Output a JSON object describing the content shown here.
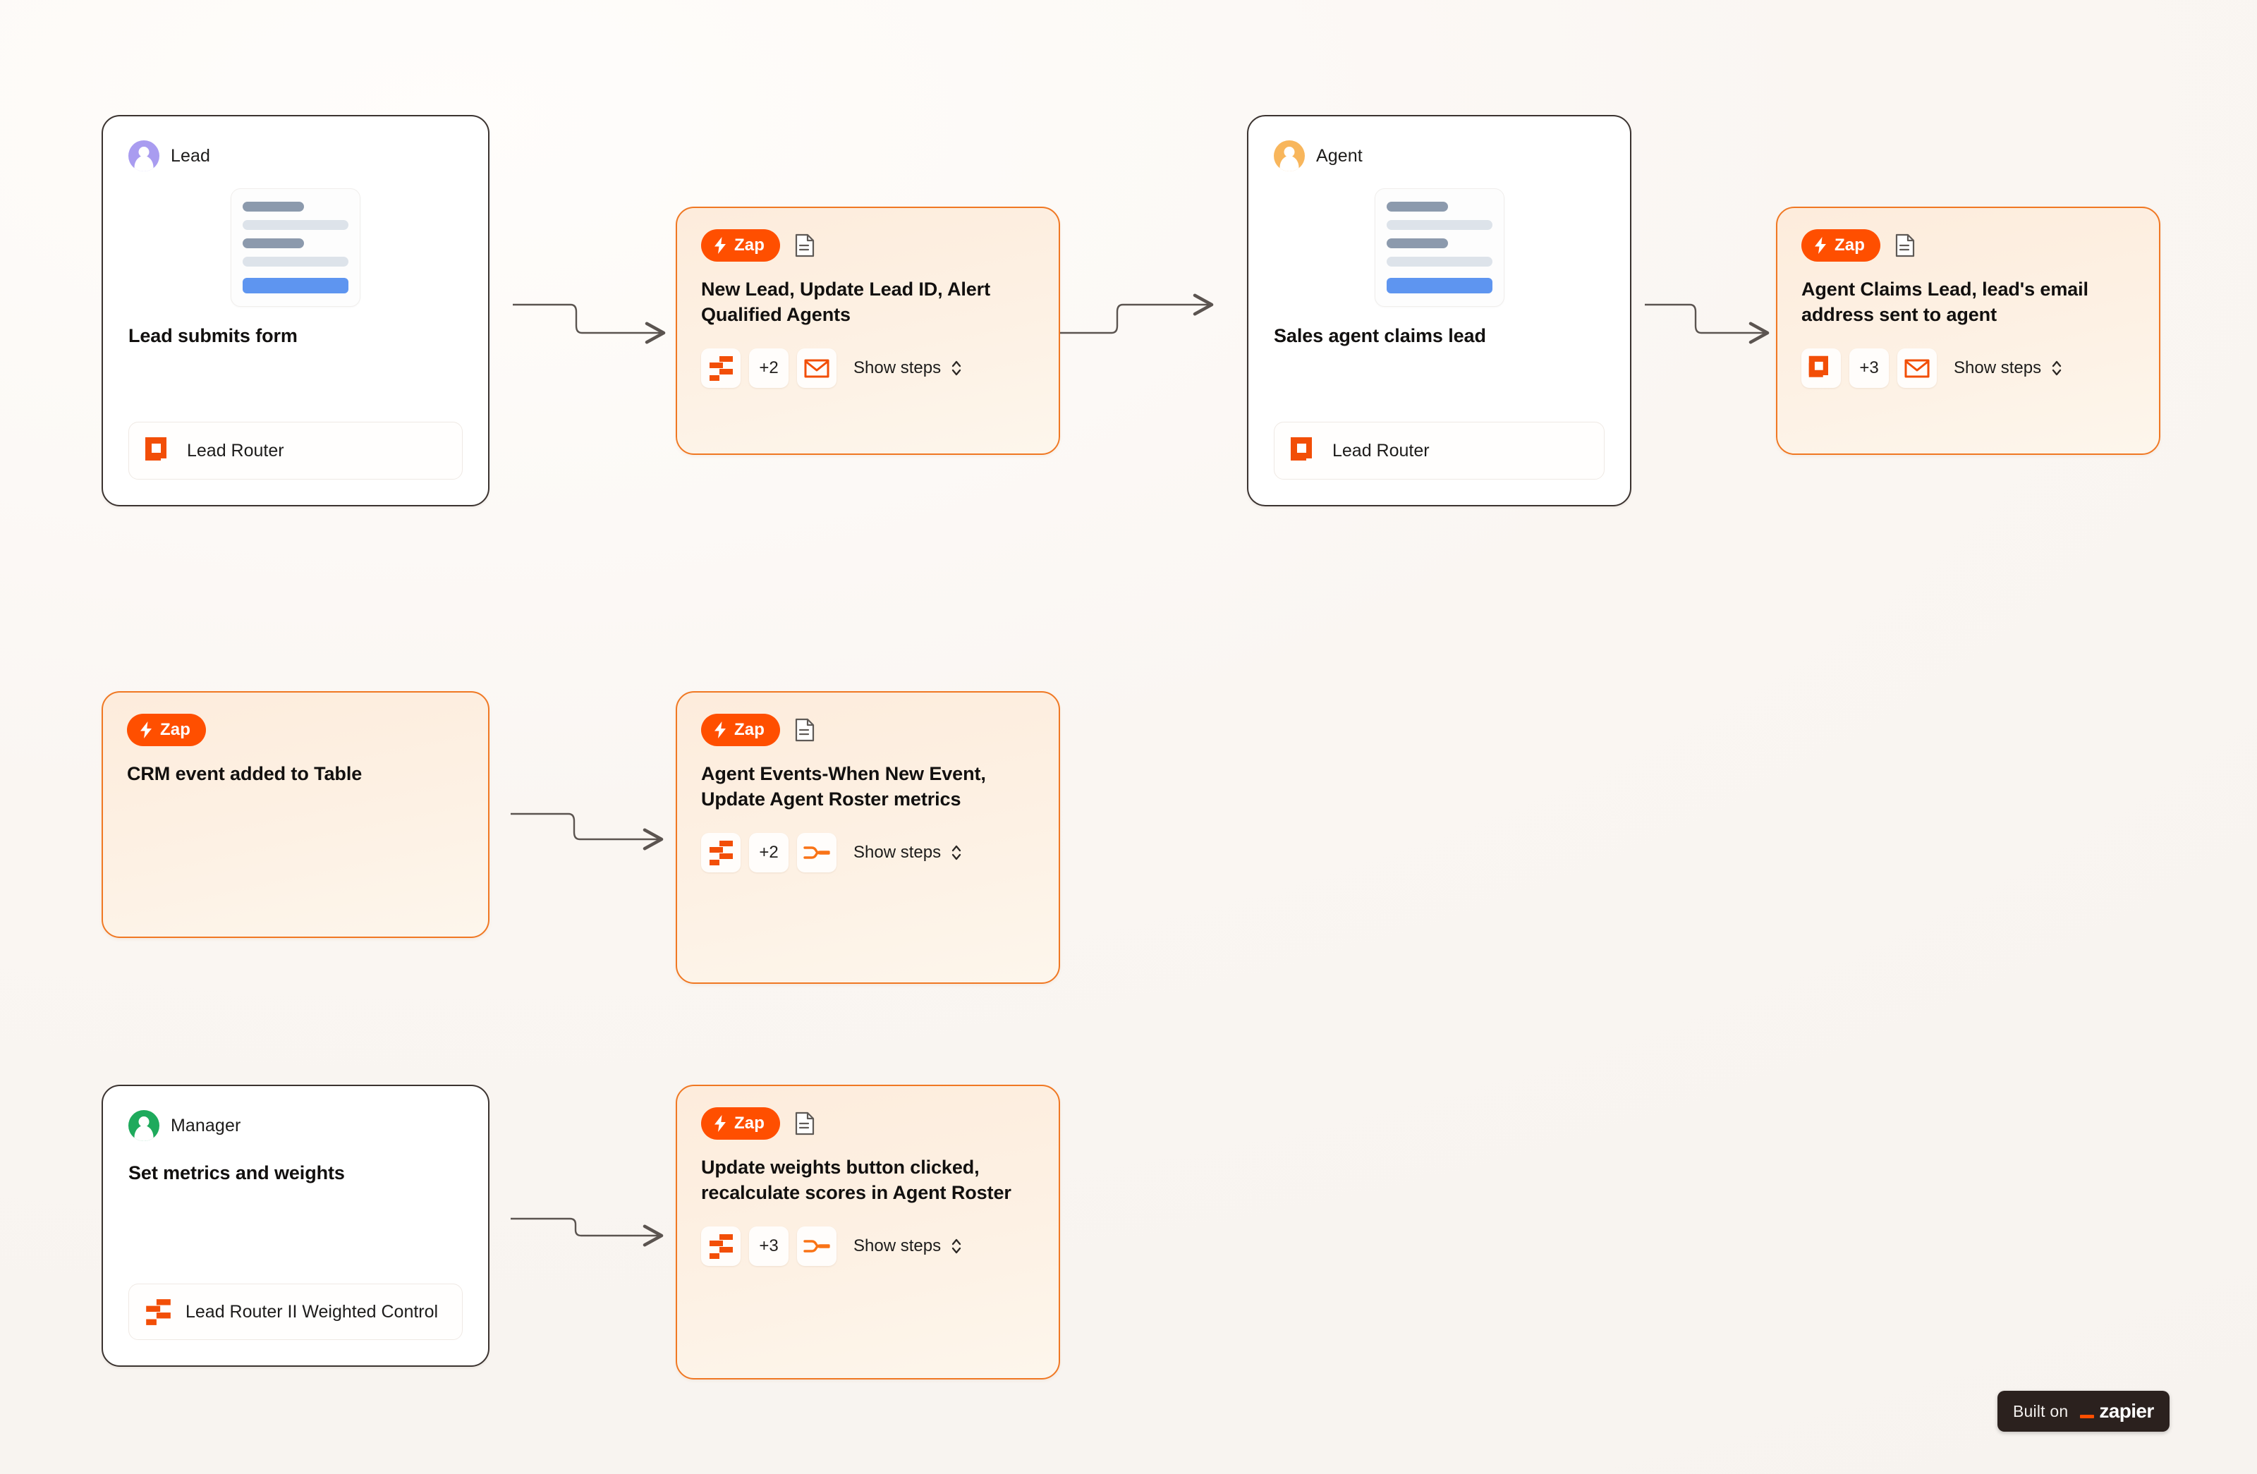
{
  "canvas": {
    "background_color": "#faf7f4",
    "accent_color": "#ff4f00",
    "zap_card_border_color": "#f07823",
    "actor_card_border_color": "#3b3330"
  },
  "nodes": [
    {
      "id": "lead-submits-form",
      "kind": "actor",
      "actor_role": "Lead",
      "avatar_color": "#a99cf0",
      "avatar_icon": "person-avatar-icon",
      "has_wireframe": true,
      "title": "Lead submits form",
      "app_chip": {
        "label": "Lead Router",
        "icon": "lead-router-icon"
      }
    },
    {
      "id": "new-lead-update-lead-id",
      "kind": "zap",
      "badge_label": "Zap",
      "badge_icon": "lightning-bolt-icon",
      "has_doc_icon": true,
      "doc_icon": "document-icon",
      "title": "New Lead, Update Lead ID, Alert Qualified Agents",
      "steps": {
        "first_icon": "zapier-tables-icon",
        "more_count": "+2",
        "last_icon": "email-envelope-icon",
        "toggle_label": "Show steps",
        "toggle_icon": "chevron-up-down-icon"
      }
    },
    {
      "id": "sales-agent-claims-lead",
      "kind": "actor",
      "actor_role": "Agent",
      "avatar_color": "#f8b65c",
      "avatar_icon": "person-avatar-icon",
      "has_wireframe": true,
      "title": "Sales agent claims lead",
      "app_chip": {
        "label": "Lead Router",
        "icon": "lead-router-icon"
      }
    },
    {
      "id": "agent-claims-lead-email",
      "kind": "zap",
      "badge_label": "Zap",
      "badge_icon": "lightning-bolt-icon",
      "has_doc_icon": true,
      "doc_icon": "document-icon",
      "title": "Agent Claims Lead, lead's email address sent to agent",
      "steps": {
        "first_icon": "lead-router-icon",
        "more_count": "+3",
        "last_icon": "email-envelope-icon",
        "toggle_label": "Show steps",
        "toggle_icon": "chevron-up-down-icon"
      }
    },
    {
      "id": "crm-event-added-to-table",
      "kind": "zap",
      "badge_label": "Zap",
      "badge_icon": "lightning-bolt-icon",
      "has_doc_icon": false,
      "title": "CRM event added to Table",
      "steps": null
    },
    {
      "id": "agent-events-when-new-event",
      "kind": "zap",
      "badge_label": "Zap",
      "badge_icon": "lightning-bolt-icon",
      "has_doc_icon": true,
      "doc_icon": "document-icon",
      "title": "Agent Events-When New Event, Update Agent Roster metrics",
      "steps": {
        "first_icon": "zapier-tables-icon",
        "more_count": "+2",
        "last_icon": "paths-branch-icon",
        "toggle_label": "Show steps",
        "toggle_icon": "chevron-up-down-icon"
      }
    },
    {
      "id": "set-metrics-and-weights",
      "kind": "actor",
      "actor_role": "Manager",
      "avatar_color": "#1eaa5c",
      "avatar_icon": "person-avatar-icon",
      "has_wireframe": false,
      "title": "Set metrics and weights",
      "app_chip": {
        "label": "Lead Router II Weighted Control",
        "icon": "zapier-tables-icon"
      }
    },
    {
      "id": "update-weights-button-clicked",
      "kind": "zap",
      "badge_label": "Zap",
      "badge_icon": "lightning-bolt-icon",
      "has_doc_icon": true,
      "doc_icon": "document-icon",
      "title": "Update weights button clicked, recalculate scores in Agent Roster",
      "steps": {
        "first_icon": "zapier-tables-icon",
        "more_count": "+3",
        "last_icon": "paths-branch-icon",
        "toggle_label": "Show steps",
        "toggle_icon": "chevron-up-down-icon"
      }
    }
  ],
  "connectors": [
    {
      "id": "conn-1",
      "from": "lead-submits-form",
      "to": "new-lead-update-lead-id",
      "direction": "step-down"
    },
    {
      "id": "conn-2",
      "from": "new-lead-update-lead-id",
      "to": "sales-agent-claims-lead",
      "direction": "step-up"
    },
    {
      "id": "conn-3",
      "from": "sales-agent-claims-lead",
      "to": "agent-claims-lead-email",
      "direction": "step-down"
    },
    {
      "id": "conn-4",
      "from": "crm-event-added-to-table",
      "to": "agent-events-when-new-event",
      "direction": "step-down"
    },
    {
      "id": "conn-5",
      "from": "set-metrics-and-weights",
      "to": "update-weights-button-clicked",
      "direction": "step-down"
    }
  ],
  "badge": {
    "built_on_label": "Built on",
    "brand_name": "zapier",
    "brand_mark": "orange-underscore-mark"
  }
}
